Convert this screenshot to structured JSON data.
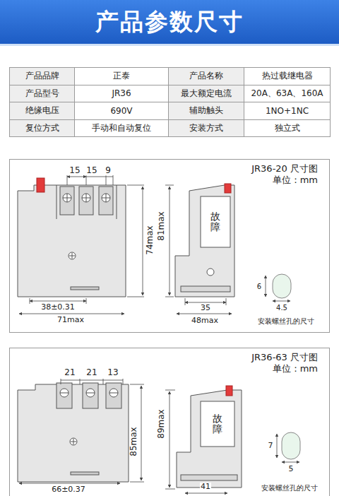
{
  "diagram": {
    "title": "产品参数尺寸",
    "nodes": [
      {
        "text": [
          "JR36-20 尺寸图",
          "单位：mm"
        ]
      },
      {
        "text": [
          "JR36-63 尺寸图",
          "单位：mm"
        ]
      }
    ],
    "labels": [
      "产品品牌",
      "正泰",
      "产品名称",
      "热过载继电器",
      "产品型号",
      "JR36",
      "最大额定电流",
      "20A、63A、160A",
      "绝缘电压",
      "690V",
      "辅助触头",
      "1NO+1NC",
      "复位方式",
      "手动和自动复位",
      "安装方式",
      "独立式",
      "15",
      "15",
      "9",
      "74max",
      "81max",
      "38±0.31",
      "71max",
      "35",
      "48max",
      "故障",
      "6",
      "4.5",
      "安装螺丝孔的尺寸",
      "21",
      "21",
      "13",
      "85max",
      "89max",
      "66±0.37",
      "41",
      "故障",
      "7",
      "5",
      "安装螺丝孔的尺寸"
    ]
  }
}
